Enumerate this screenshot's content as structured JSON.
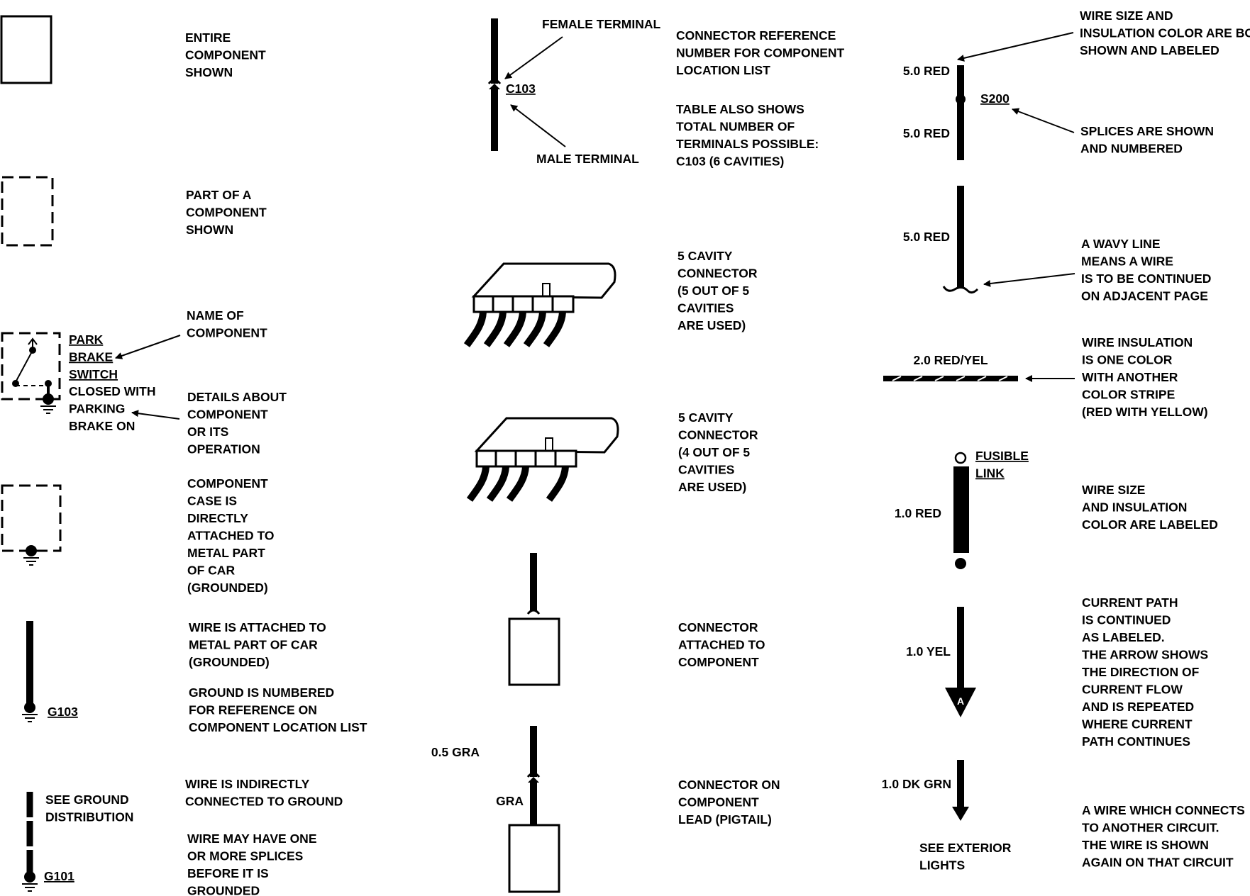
{
  "col1": {
    "entire_component": [
      "ENTIRE",
      "COMPONENT",
      "SHOWN"
    ],
    "part_component": [
      "PART OF A",
      "COMPONENT",
      "SHOWN"
    ],
    "name_of_component": [
      "NAME OF",
      "COMPONENT"
    ],
    "park_brake_name": [
      "PARK",
      "BRAKE",
      "SWITCH"
    ],
    "park_brake_details": [
      "CLOSED WITH",
      "PARKING",
      "BRAKE ON"
    ],
    "details_about": [
      "DETAILS ABOUT",
      "COMPONENT",
      "OR ITS",
      "OPERATION"
    ],
    "case_grounded": [
      "COMPONENT",
      "CASE IS",
      "DIRECTLY",
      "ATTACHED TO",
      "METAL PART",
      "OF CAR",
      "(GROUNDED)"
    ],
    "wire_attached": [
      "WIRE IS ATTACHED TO",
      "METAL PART OF CAR",
      "(GROUNDED)"
    ],
    "ground_numbered": [
      "GROUND IS NUMBERED",
      "FOR REFERENCE ON",
      "COMPONENT LOCATION LIST"
    ],
    "ground_g103": "G103",
    "see_ground": [
      "SEE GROUND",
      "DISTRIBUTION"
    ],
    "ground_g101": "G101",
    "indirectly_connected": [
      "WIRE IS INDIRECTLY",
      "CONNECTED TO GROUND"
    ],
    "may_have_splices": [
      "WIRE MAY HAVE ONE",
      "OR MORE SPLICES",
      "BEFORE IT IS",
      "GROUNDED"
    ]
  },
  "col2": {
    "female_terminal": "FEMALE TERMINAL",
    "male_terminal": "MALE TERMINAL",
    "connector_id": "C103",
    "connector_ref": [
      "CONNECTOR REFERENCE",
      "NUMBER FOR COMPONENT",
      "LOCATION LIST"
    ],
    "table_shows": [
      "TABLE ALSO SHOWS",
      "TOTAL NUMBER OF",
      "TERMINALS POSSIBLE:",
      "C103 (6 CAVITIES)"
    ],
    "five_of_five": [
      "5 CAVITY",
      "CONNECTOR",
      "(5 OUT OF 5",
      "CAVITIES",
      "ARE USED)"
    ],
    "four_of_five": [
      "5 CAVITY",
      "CONNECTOR",
      "(4 OUT OF 5",
      "CAVITIES",
      "ARE USED)"
    ],
    "connector_attached": [
      "CONNECTOR",
      "ATTACHED TO",
      "COMPONENT"
    ],
    "pigtail_wire_top": "0.5 GRA",
    "pigtail_wire_bottom": "GRA",
    "connector_on_lead": [
      "CONNECTOR ON",
      "COMPONENT",
      "LEAD (PIGTAIL)"
    ]
  },
  "col3": {
    "wire_size_both": [
      "WIRE SIZE AND",
      "INSULATION COLOR ARE BOTH",
      "SHOWN AND LABELED"
    ],
    "wire_red_1": "5.0 RED",
    "wire_red_2": "5.0 RED",
    "splice_id": "S200",
    "splices_shown": [
      "SPLICES ARE SHOWN",
      "AND NUMBERED"
    ],
    "wire_red_3": "5.0 RED",
    "wavy_line": [
      "A WAVY LINE",
      "MEANS A WIRE",
      "IS TO BE CONTINUED",
      "ON ADJACENT PAGE"
    ],
    "stripe_wire": "2.0 RED/YEL",
    "insulation_one_color": [
      "WIRE INSULATION",
      "IS ONE COLOR",
      "WITH ANOTHER",
      "COLOR STRIPE",
      "(RED WITH YELLOW)"
    ],
    "fusible_link": [
      "FUSIBLE",
      "LINK"
    ],
    "fusible_wire": "1.0 RED",
    "size_and_color": [
      "WIRE SIZE",
      "AND INSULATION",
      "COLOR ARE LABELED"
    ],
    "yel_wire": "1.0 YEL",
    "arrow_letter": "A",
    "current_path": [
      "CURRENT PATH",
      "IS CONTINUED",
      "AS LABELED.",
      "THE ARROW SHOWS",
      "THE DIRECTION OF",
      "CURRENT FLOW",
      "AND IS REPEATED",
      "WHERE CURRENT",
      "PATH CONTINUES"
    ],
    "dk_grn_wire": "1.0 DK GRN",
    "see_exterior": [
      "SEE EXTERIOR",
      "LIGHTS"
    ],
    "connects_circuit": [
      "A WIRE WHICH CONNECTS",
      "TO ANOTHER CIRCUIT.",
      "THE WIRE IS SHOWN",
      "AGAIN ON THAT CIRCUIT"
    ]
  }
}
